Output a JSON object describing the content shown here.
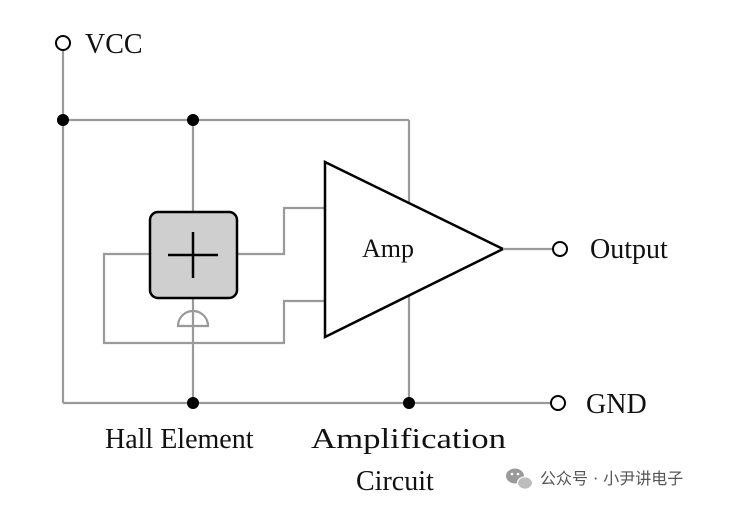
{
  "labels": {
    "vcc": "VCC",
    "output": "Output",
    "gnd": "GND",
    "amp": "Amp",
    "hall_element": "Hall Element",
    "amplification_line1": "Amplification",
    "amplification_line2": "Circuit"
  },
  "watermark": {
    "text": "公众号 · 小尹讲电子",
    "icon": "wechat-icon"
  },
  "colors": {
    "wire": "#9a9a9a",
    "hall_fill": "#cfcfcf",
    "ink": "#000000"
  }
}
